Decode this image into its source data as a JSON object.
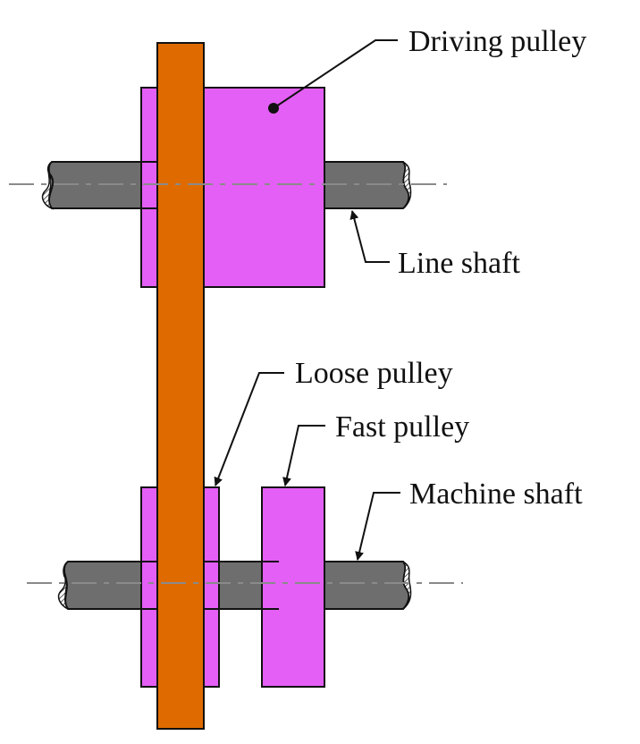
{
  "colors": {
    "pulley": "#e45ff5",
    "belt": "#df6b00",
    "shaft": "#6e6e6e",
    "line": "#111111",
    "centerline": "#8a8a8a"
  },
  "labels": {
    "driving_pulley": "Driving pulley",
    "line_shaft": "Line shaft",
    "loose_pulley": "Loose pulley",
    "fast_pulley": "Fast pulley",
    "machine_shaft": "Machine shaft"
  }
}
